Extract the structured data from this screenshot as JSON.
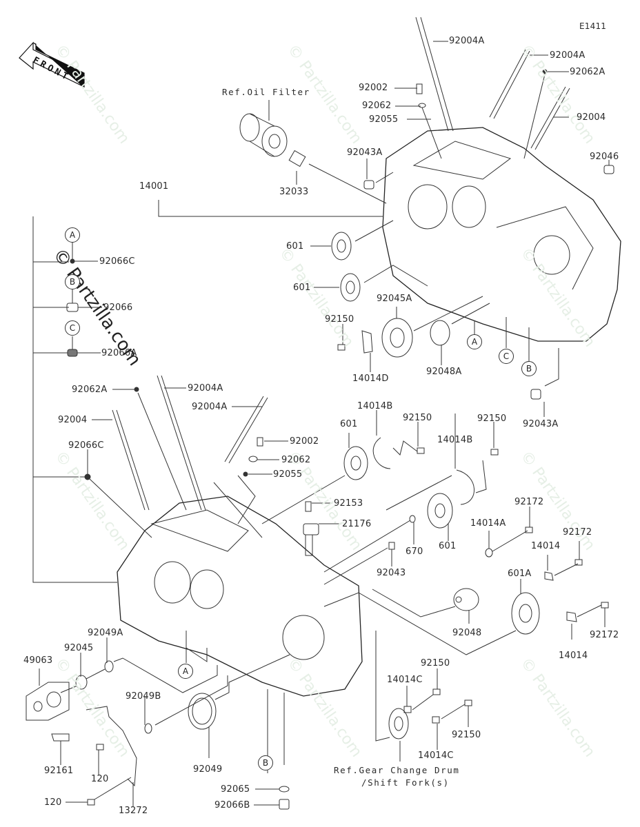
{
  "diagram": {
    "code": "E1411",
    "front_label": "FRONT",
    "watermark": "© Partzilla.com",
    "ref_labels": {
      "oil_filter": "Ref.Oil Filter",
      "gear_change_line1": "Ref.Gear Change Drum",
      "gear_change_line2": "/Shift Fork(s)"
    },
    "markers": [
      "A",
      "B",
      "C"
    ],
    "parts": [
      {
        "id": "p1",
        "label": "92004A"
      },
      {
        "id": "p2",
        "label": "92004A"
      },
      {
        "id": "p3",
        "label": "92062A"
      },
      {
        "id": "p4",
        "label": "92002"
      },
      {
        "id": "p5",
        "label": "92062"
      },
      {
        "id": "p6",
        "label": "92055"
      },
      {
        "id": "p7",
        "label": "92004"
      },
      {
        "id": "p8",
        "label": "92043A"
      },
      {
        "id": "p9",
        "label": "92046"
      },
      {
        "id": "p10",
        "label": "32033"
      },
      {
        "id": "p11",
        "label": "14001"
      },
      {
        "id": "p12",
        "label": "601"
      },
      {
        "id": "p13",
        "label": "601"
      },
      {
        "id": "p14",
        "label": "92045A"
      },
      {
        "id": "p15",
        "label": "92150"
      },
      {
        "id": "p16",
        "label": "92048A"
      },
      {
        "id": "p17",
        "label": "14014D"
      },
      {
        "id": "p18",
        "label": "92043A"
      },
      {
        "id": "p19",
        "label": "92066C"
      },
      {
        "id": "p20",
        "label": "92066"
      },
      {
        "id": "p21",
        "label": "92066A"
      },
      {
        "id": "p22",
        "label": "92062A"
      },
      {
        "id": "p23",
        "label": "92004A"
      },
      {
        "id": "p24",
        "label": "92004A"
      },
      {
        "id": "p25",
        "label": "92004"
      },
      {
        "id": "p26",
        "label": "92066C"
      },
      {
        "id": "p27",
        "label": "92002"
      },
      {
        "id": "p28",
        "label": "92062"
      },
      {
        "id": "p29",
        "label": "92055"
      },
      {
        "id": "p30",
        "label": "14014B"
      },
      {
        "id": "p31",
        "label": "92150"
      },
      {
        "id": "p32",
        "label": "601"
      },
      {
        "id": "p33",
        "label": "14014B"
      },
      {
        "id": "p34",
        "label": "92150"
      },
      {
        "id": "p35",
        "label": "92153"
      },
      {
        "id": "p36",
        "label": "21176"
      },
      {
        "id": "p37",
        "label": "670"
      },
      {
        "id": "p38",
        "label": "601"
      },
      {
        "id": "p39",
        "label": "92043"
      },
      {
        "id": "p40",
        "label": "92172"
      },
      {
        "id": "p41",
        "label": "14014A"
      },
      {
        "id": "p42",
        "label": "92172"
      },
      {
        "id": "p43",
        "label": "14014"
      },
      {
        "id": "p44",
        "label": "601A"
      },
      {
        "id": "p45",
        "label": "92048"
      },
      {
        "id": "p46",
        "label": "92172"
      },
      {
        "id": "p47",
        "label": "14014"
      },
      {
        "id": "p48",
        "label": "92049A"
      },
      {
        "id": "p49",
        "label": "92045"
      },
      {
        "id": "p50",
        "label": "49063"
      },
      {
        "id": "p51",
        "label": "92049B"
      },
      {
        "id": "p52",
        "label": "92161"
      },
      {
        "id": "p53",
        "label": "120"
      },
      {
        "id": "p54",
        "label": "120"
      },
      {
        "id": "p55",
        "label": "13272"
      },
      {
        "id": "p56",
        "label": "92049"
      },
      {
        "id": "p57",
        "label": "92065"
      },
      {
        "id": "p58",
        "label": "92066B"
      },
      {
        "id": "p59",
        "label": "92150"
      },
      {
        "id": "p60",
        "label": "14014C"
      },
      {
        "id": "p61",
        "label": "92150"
      },
      {
        "id": "p62",
        "label": "14014C"
      }
    ]
  }
}
